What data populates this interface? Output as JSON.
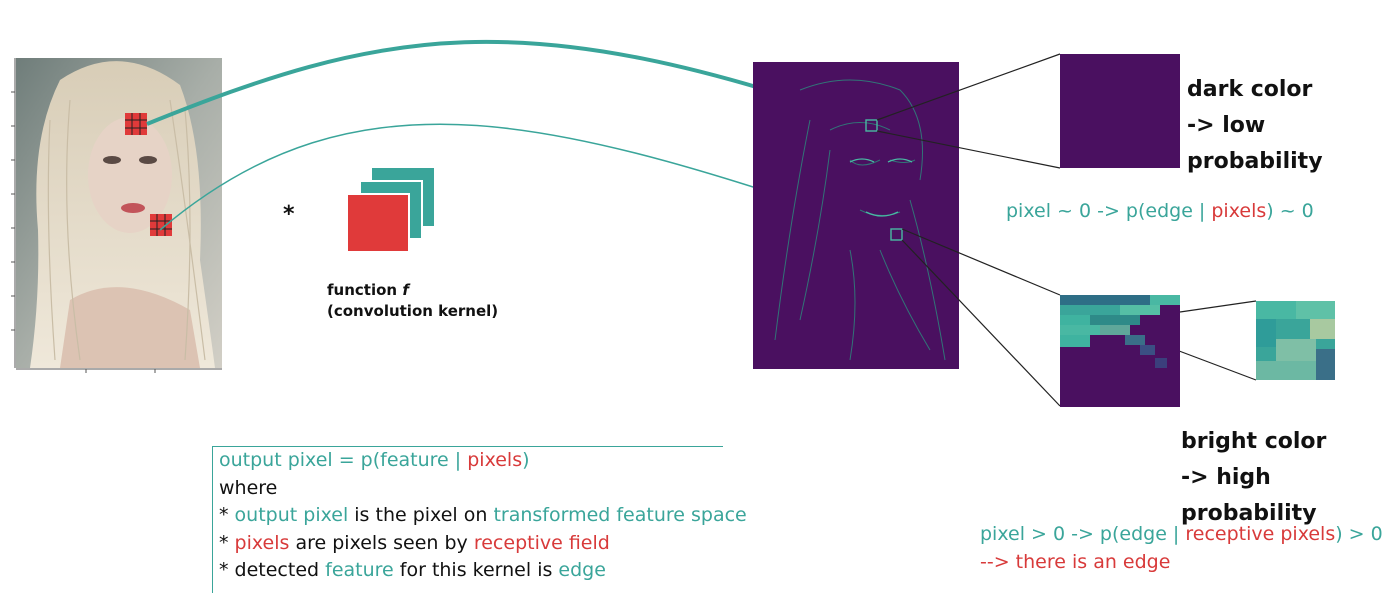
{
  "colors": {
    "teal": "#3aa59a",
    "red": "#d83a3a",
    "feature_map_bg": "#4a1060",
    "text": "#111111"
  },
  "operator": "*",
  "kernel_label": {
    "line1": "function",
    "symbol": "f",
    "line2": "(convolution kernel)"
  },
  "dark_label": {
    "line1": "dark color",
    "line2": "-> low probability"
  },
  "bright_label": {
    "line1": "bright color",
    "line2": "-> high probability"
  },
  "formula_low": {
    "a": "pixel ~ 0 -> p(edge | ",
    "b": "pixels",
    "c": ") ~ 0"
  },
  "formula_high": {
    "a": "pixel > 0 -> p(edge | ",
    "b": "receptive pixels",
    "c": ") > 0",
    "conclusion": "--> there is an edge"
  },
  "legend": {
    "l1_a": "output pixel = p(feature | ",
    "l1_b": "pixels",
    "l1_c": ")",
    "l2": "where",
    "l3_a": "* ",
    "l3_b": "output pixel",
    "l3_c": " is the pixel on ",
    "l3_d": "transformed feature space",
    "l4_a": "* ",
    "l4_b": "pixels",
    "l4_c": " are pixels seen by ",
    "l4_d": "receptive field",
    "l5_a": "* detected ",
    "l5_b": "feature",
    "l5_c": " for this kernel is ",
    "l5_d": "edge"
  }
}
